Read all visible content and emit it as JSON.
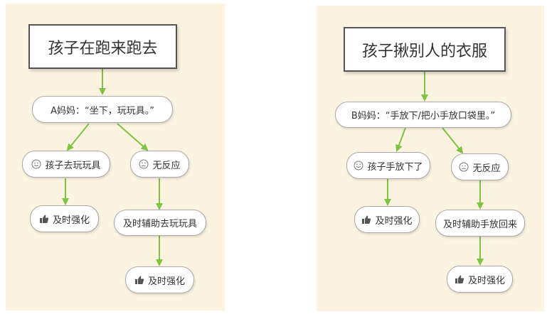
{
  "left": {
    "title": "孩子在跑来跑去",
    "prompt": "A妈妈：“坐下，玩玩具。”",
    "success": "孩子去玩玩具",
    "no_response": "无反应",
    "reinforce_1": "及时强化",
    "assist": "及时辅助去玩玩具",
    "reinforce_2": "及时强化"
  },
  "right": {
    "title": "孩子揪别人的衣服",
    "prompt": "B妈妈：“手放下/把小手放口袋里。”",
    "success": "孩子手放下了",
    "no_response": "无反应",
    "reinforce_1": "及时强化",
    "assist": "及时辅助手放回来",
    "reinforce_2": "及时强化"
  },
  "icons": {
    "success": "smiley-face-icon",
    "no_response": "frowning-face-icon",
    "reinforce": "thumbs-up-icon"
  },
  "colors": {
    "panel_background": "#fdf3e1",
    "arrow": "#7cc442",
    "title_border": "#555555",
    "node_border": "#a9a9a9"
  }
}
